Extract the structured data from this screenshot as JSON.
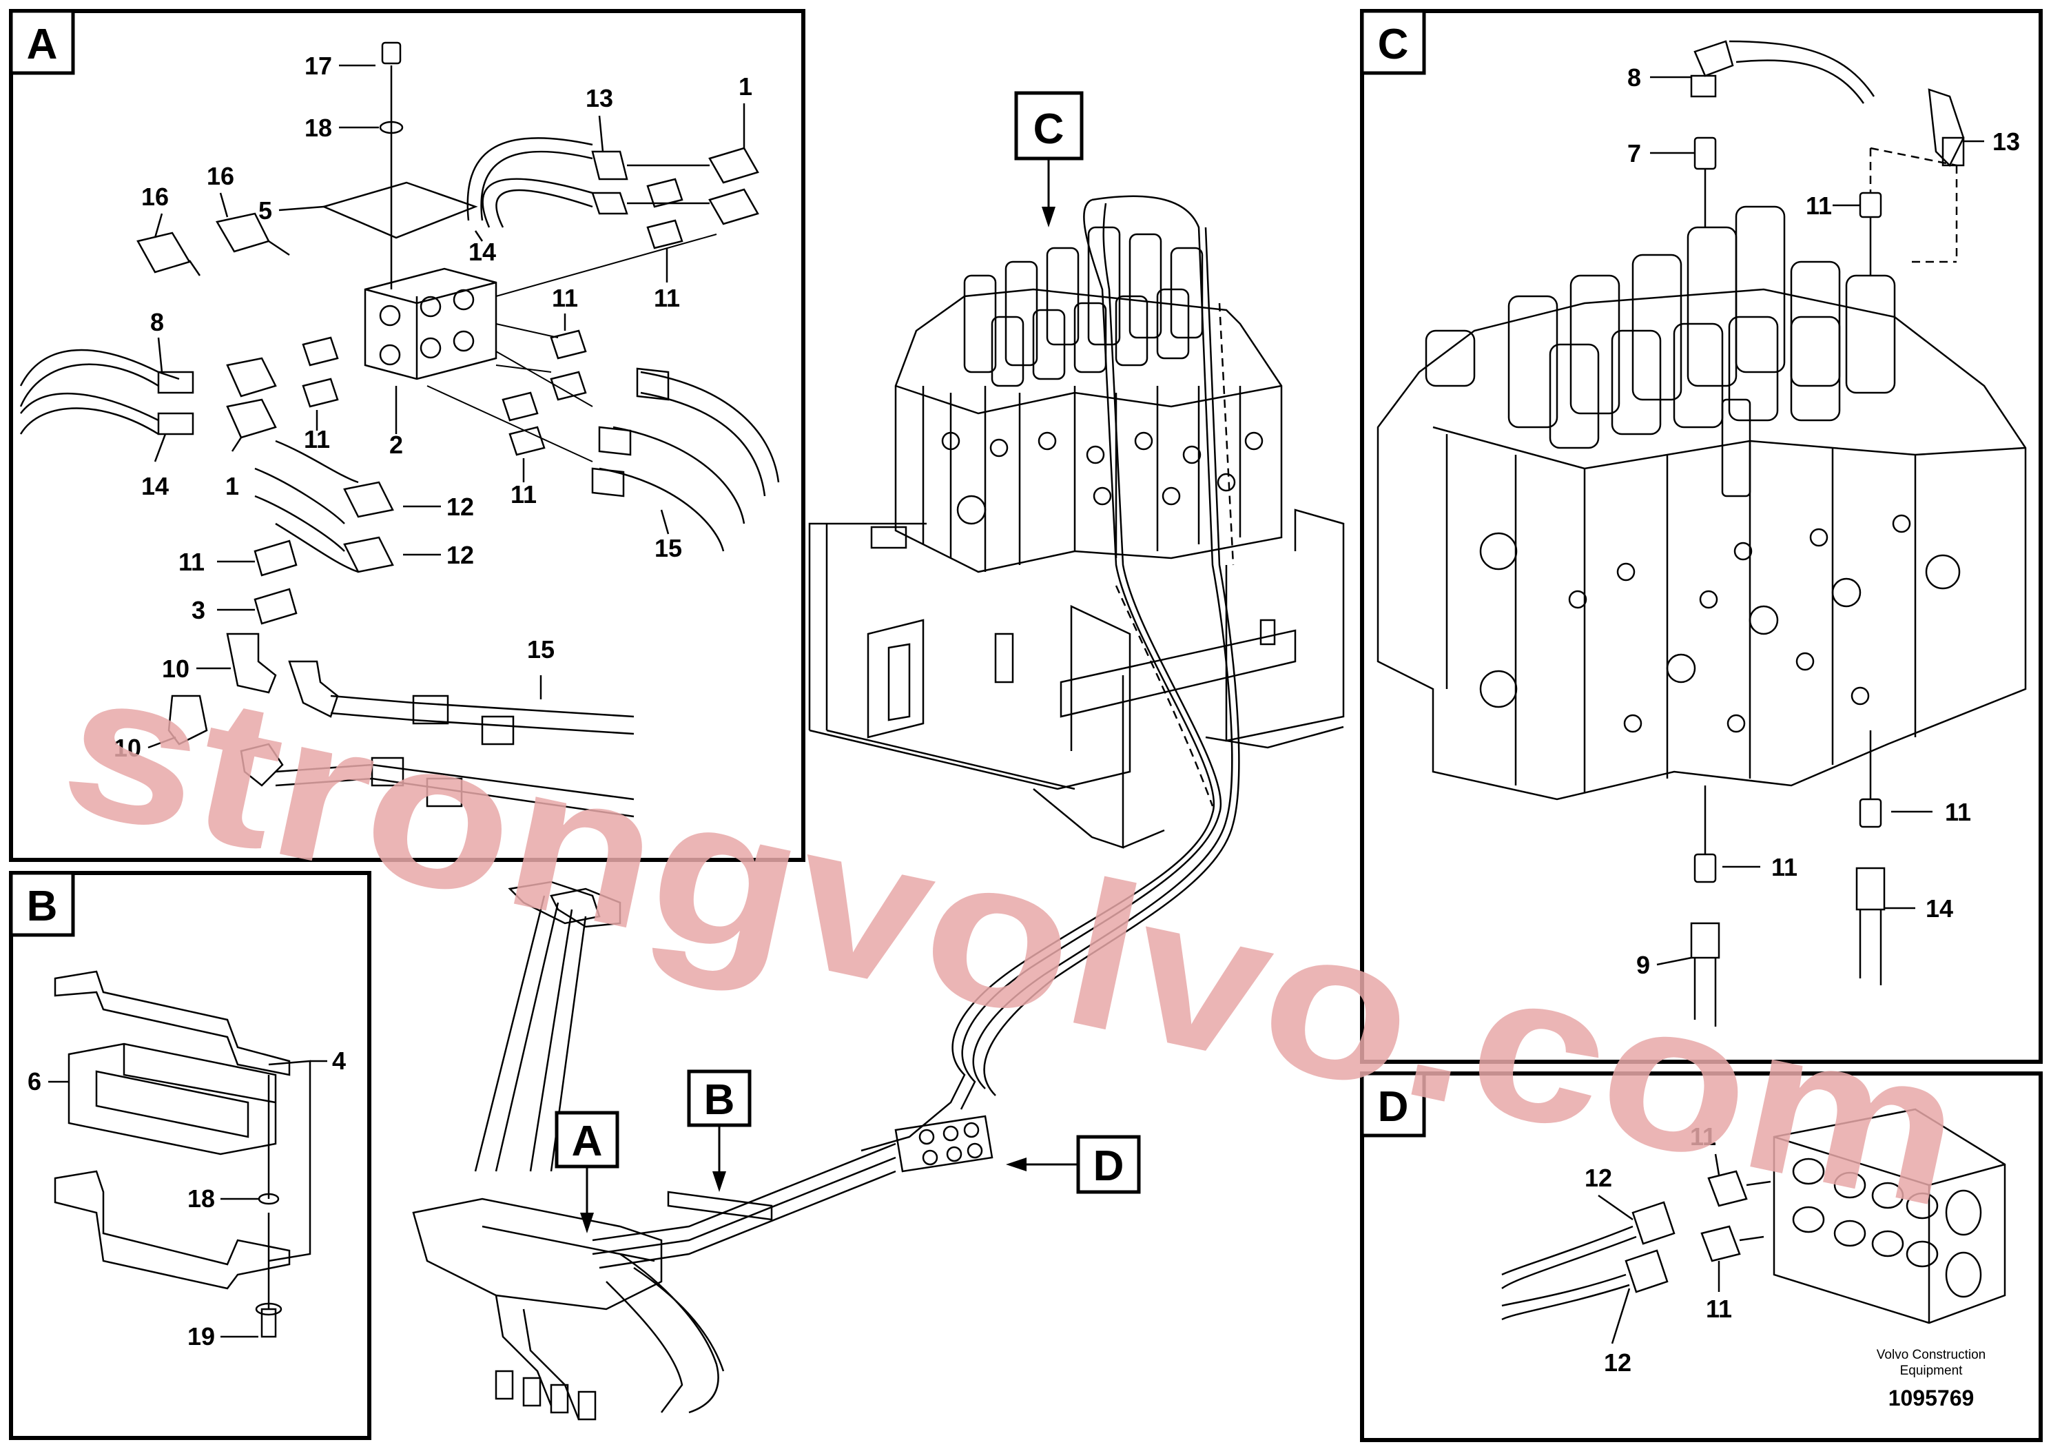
{
  "panels": {
    "A": {
      "letter": "A"
    },
    "B": {
      "letter": "B"
    },
    "C": {
      "letter": "C"
    },
    "D": {
      "letter": "D"
    }
  },
  "callouts": {
    "C": "C",
    "A": "A",
    "B": "B",
    "D": "D"
  },
  "labels_a": {
    "n17": "17",
    "n18": "18",
    "n5": "5",
    "n16a": "16",
    "n16b": "16",
    "n13": "13",
    "n1a": "1",
    "n14a": "14",
    "n11a": "11",
    "n11b": "11",
    "n8": "8",
    "n11c": "11",
    "n2": "2",
    "n14b": "14",
    "n1b": "1",
    "n11d": "11",
    "n15a": "15",
    "n12a": "12",
    "n11e": "11",
    "n12b": "12",
    "n3": "3",
    "n10a": "10",
    "n15b": "15",
    "n10b": "10"
  },
  "labels_b": {
    "n4": "4",
    "n6": "6",
    "n18": "18",
    "n19": "19"
  },
  "labels_c": {
    "n8": "8",
    "n7": "7",
    "n11a": "11",
    "n13": "13",
    "n11b": "11",
    "n11c": "11",
    "n9": "9",
    "n14": "14"
  },
  "labels_d": {
    "n11a": "11",
    "n12a": "12",
    "n11b": "11",
    "n12b": "12"
  },
  "footer": {
    "company": "Volvo Construction",
    "company2": "Equipment",
    "number": "1095769"
  },
  "watermark": "strongvolvo.com"
}
